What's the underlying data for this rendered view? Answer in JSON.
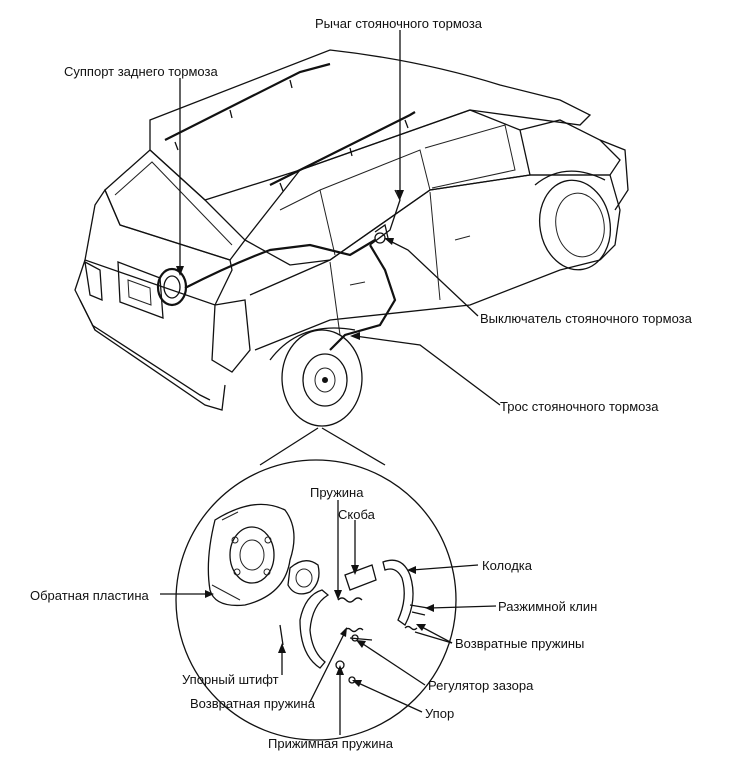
{
  "labels": {
    "parking_lever": "Рычаг стояночного тормоза",
    "rear_caliper": "Суппорт заднего тормоза",
    "parking_switch": "Выключатель стояночного тормоза",
    "parking_cable": "Трос стояночного тормоза",
    "spring": "Пружина",
    "bracket": "Скоба",
    "shoe": "Колодка",
    "back_plate": "Обратная пластина",
    "expander": "Разжимной клин",
    "return_springs": "Возвратные пружины",
    "hold_pin": "Упорный штифт",
    "adjuster": "Регулятор зазора",
    "return_spring": "Возвратная пружина",
    "stopper": "Упор",
    "hold_spring": "Прижимная пружина"
  }
}
